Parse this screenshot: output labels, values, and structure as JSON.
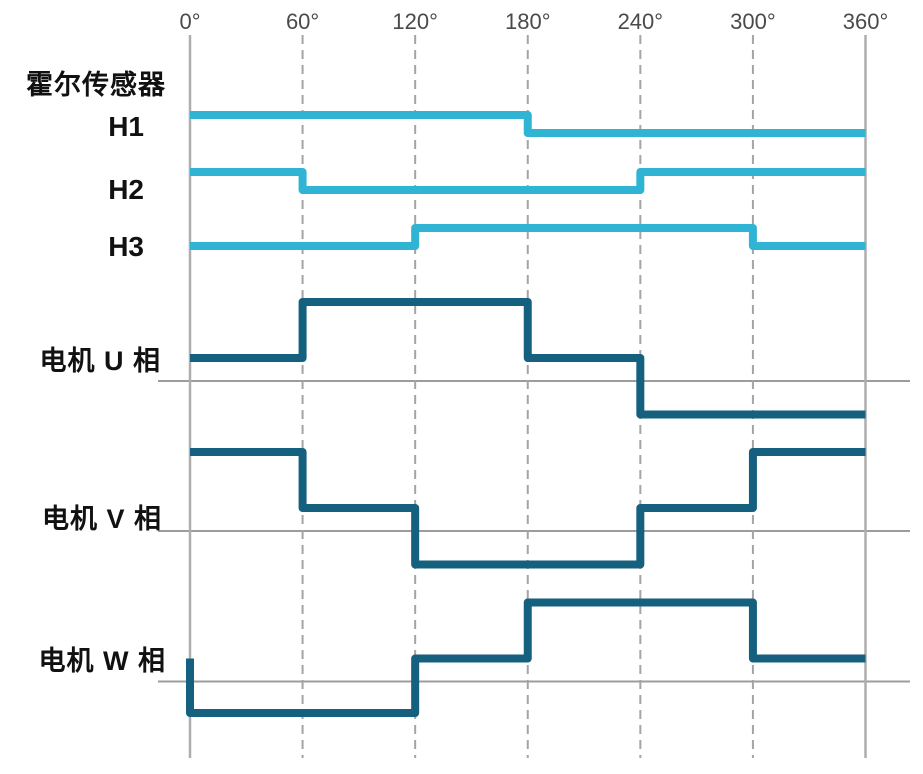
{
  "labels": {
    "hall_group": "霍尔传感器",
    "h1": "H1",
    "h2": "H2",
    "h3": "H3",
    "u": "电机 U 相",
    "v": "电机 V 相",
    "w": "电机 W 相"
  },
  "colors": {
    "hall_signal": "#2fb4d3",
    "phase_signal": "#14607e",
    "grid_solid": "#aeaeae",
    "grid_dashed": "#a4a4a4",
    "zero_line": "#9c9c9c",
    "tick_text": "#4a4a4a",
    "label_text": "#111111",
    "background": "#ffffff"
  },
  "chart_data": {
    "type": "line",
    "subtype": "digital-timing-step",
    "title": "",
    "xlabel": "",
    "ylabel": "",
    "x_unit": "degrees",
    "xlim": [
      0,
      360
    ],
    "grid": "vertical-dashed, solid edges at 0 and 360",
    "x_ticks": [
      {
        "value": 0,
        "label": "0°"
      },
      {
        "value": 60,
        "label": "60°"
      },
      {
        "value": 120,
        "label": "120°"
      },
      {
        "value": 180,
        "label": "180°"
      },
      {
        "value": 240,
        "label": "240°"
      },
      {
        "value": 300,
        "label": "300°"
      },
      {
        "value": 360,
        "label": "360°"
      }
    ],
    "signals": [
      {
        "id": "H1",
        "label": "H1",
        "group": "hall",
        "levels": [
          "low",
          "high"
        ],
        "segments": [
          {
            "level": "high",
            "from": 0,
            "to": 180
          },
          {
            "level": "low",
            "from": 180,
            "to": 360
          }
        ]
      },
      {
        "id": "H2",
        "label": "H2",
        "group": "hall",
        "levels": [
          "low",
          "high"
        ],
        "segments": [
          {
            "level": "high",
            "from": 0,
            "to": 60
          },
          {
            "level": "low",
            "from": 60,
            "to": 240
          },
          {
            "level": "high",
            "from": 240,
            "to": 360
          }
        ]
      },
      {
        "id": "H3",
        "label": "H3",
        "group": "hall",
        "levels": [
          "low",
          "high"
        ],
        "segments": [
          {
            "level": "low",
            "from": 0,
            "to": 120
          },
          {
            "level": "high",
            "from": 120,
            "to": 300
          },
          {
            "level": "low",
            "from": 300,
            "to": 360
          }
        ]
      },
      {
        "id": "U",
        "label": "电机 U 相",
        "group": "phase",
        "levels": [
          "neg",
          "zero",
          "pos"
        ],
        "zero_line": true,
        "segments": [
          {
            "level": "zero",
            "from": 0,
            "to": 60
          },
          {
            "level": "pos",
            "from": 60,
            "to": 180
          },
          {
            "level": "zero",
            "from": 180,
            "to": 240
          },
          {
            "level": "neg",
            "from": 240,
            "to": 360
          }
        ]
      },
      {
        "id": "V",
        "label": "电机 V 相",
        "group": "phase",
        "levels": [
          "neg",
          "zero",
          "pos"
        ],
        "zero_line": true,
        "segments": [
          {
            "level": "pos",
            "from": 0,
            "to": 60
          },
          {
            "level": "zero",
            "from": 60,
            "to": 120
          },
          {
            "level": "neg",
            "from": 120,
            "to": 240
          },
          {
            "level": "zero",
            "from": 240,
            "to": 300
          },
          {
            "level": "pos",
            "from": 300,
            "to": 360
          }
        ]
      },
      {
        "id": "W",
        "label": "电机 W 相",
        "group": "phase",
        "levels": [
          "neg",
          "zero",
          "pos"
        ],
        "zero_line": true,
        "segments": [
          {
            "level": "zero",
            "from": 0,
            "to": 0
          },
          {
            "level": "neg",
            "from": 0,
            "to": 120
          },
          {
            "level": "zero",
            "from": 120,
            "to": 180
          },
          {
            "level": "pos",
            "from": 180,
            "to": 300
          },
          {
            "level": "zero",
            "from": 300,
            "to": 360
          }
        ]
      }
    ]
  }
}
